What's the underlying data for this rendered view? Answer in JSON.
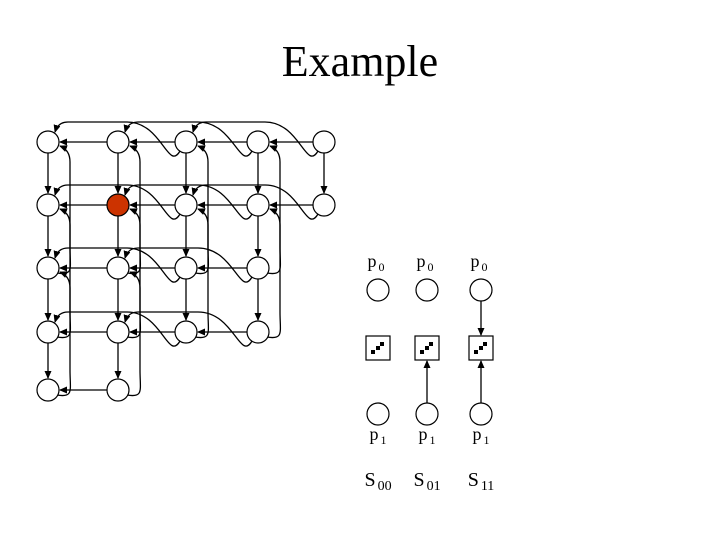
{
  "title": "Example",
  "colors": {
    "highlight_node": "#cc3300",
    "node_fill": "#ffffff",
    "stroke": "#000000"
  },
  "grid": {
    "rows": 5,
    "row_lengths": [
      5,
      5,
      4,
      4,
      2
    ],
    "highlighted_node": {
      "row": 1,
      "col": 1
    }
  },
  "examples": [
    {
      "top_label": {
        "base": "p",
        "sub": "0"
      },
      "bottom_label": {
        "base": "p",
        "sub": "1"
      },
      "caption": {
        "base": "S",
        "sub": "00"
      },
      "arrow_top_to_box": false,
      "arrow_bottom_to_box": false
    },
    {
      "top_label": {
        "base": "p",
        "sub": "0"
      },
      "bottom_label": {
        "base": "p",
        "sub": "1"
      },
      "caption": {
        "base": "S",
        "sub": "01"
      },
      "arrow_top_to_box": false,
      "arrow_bottom_to_box": true
    },
    {
      "top_label": {
        "base": "p",
        "sub": "0"
      },
      "bottom_label": {
        "base": "p",
        "sub": "1"
      },
      "caption": {
        "base": "S",
        "sub": "11"
      },
      "arrow_top_to_box": true,
      "arrow_bottom_to_box": true
    }
  ]
}
